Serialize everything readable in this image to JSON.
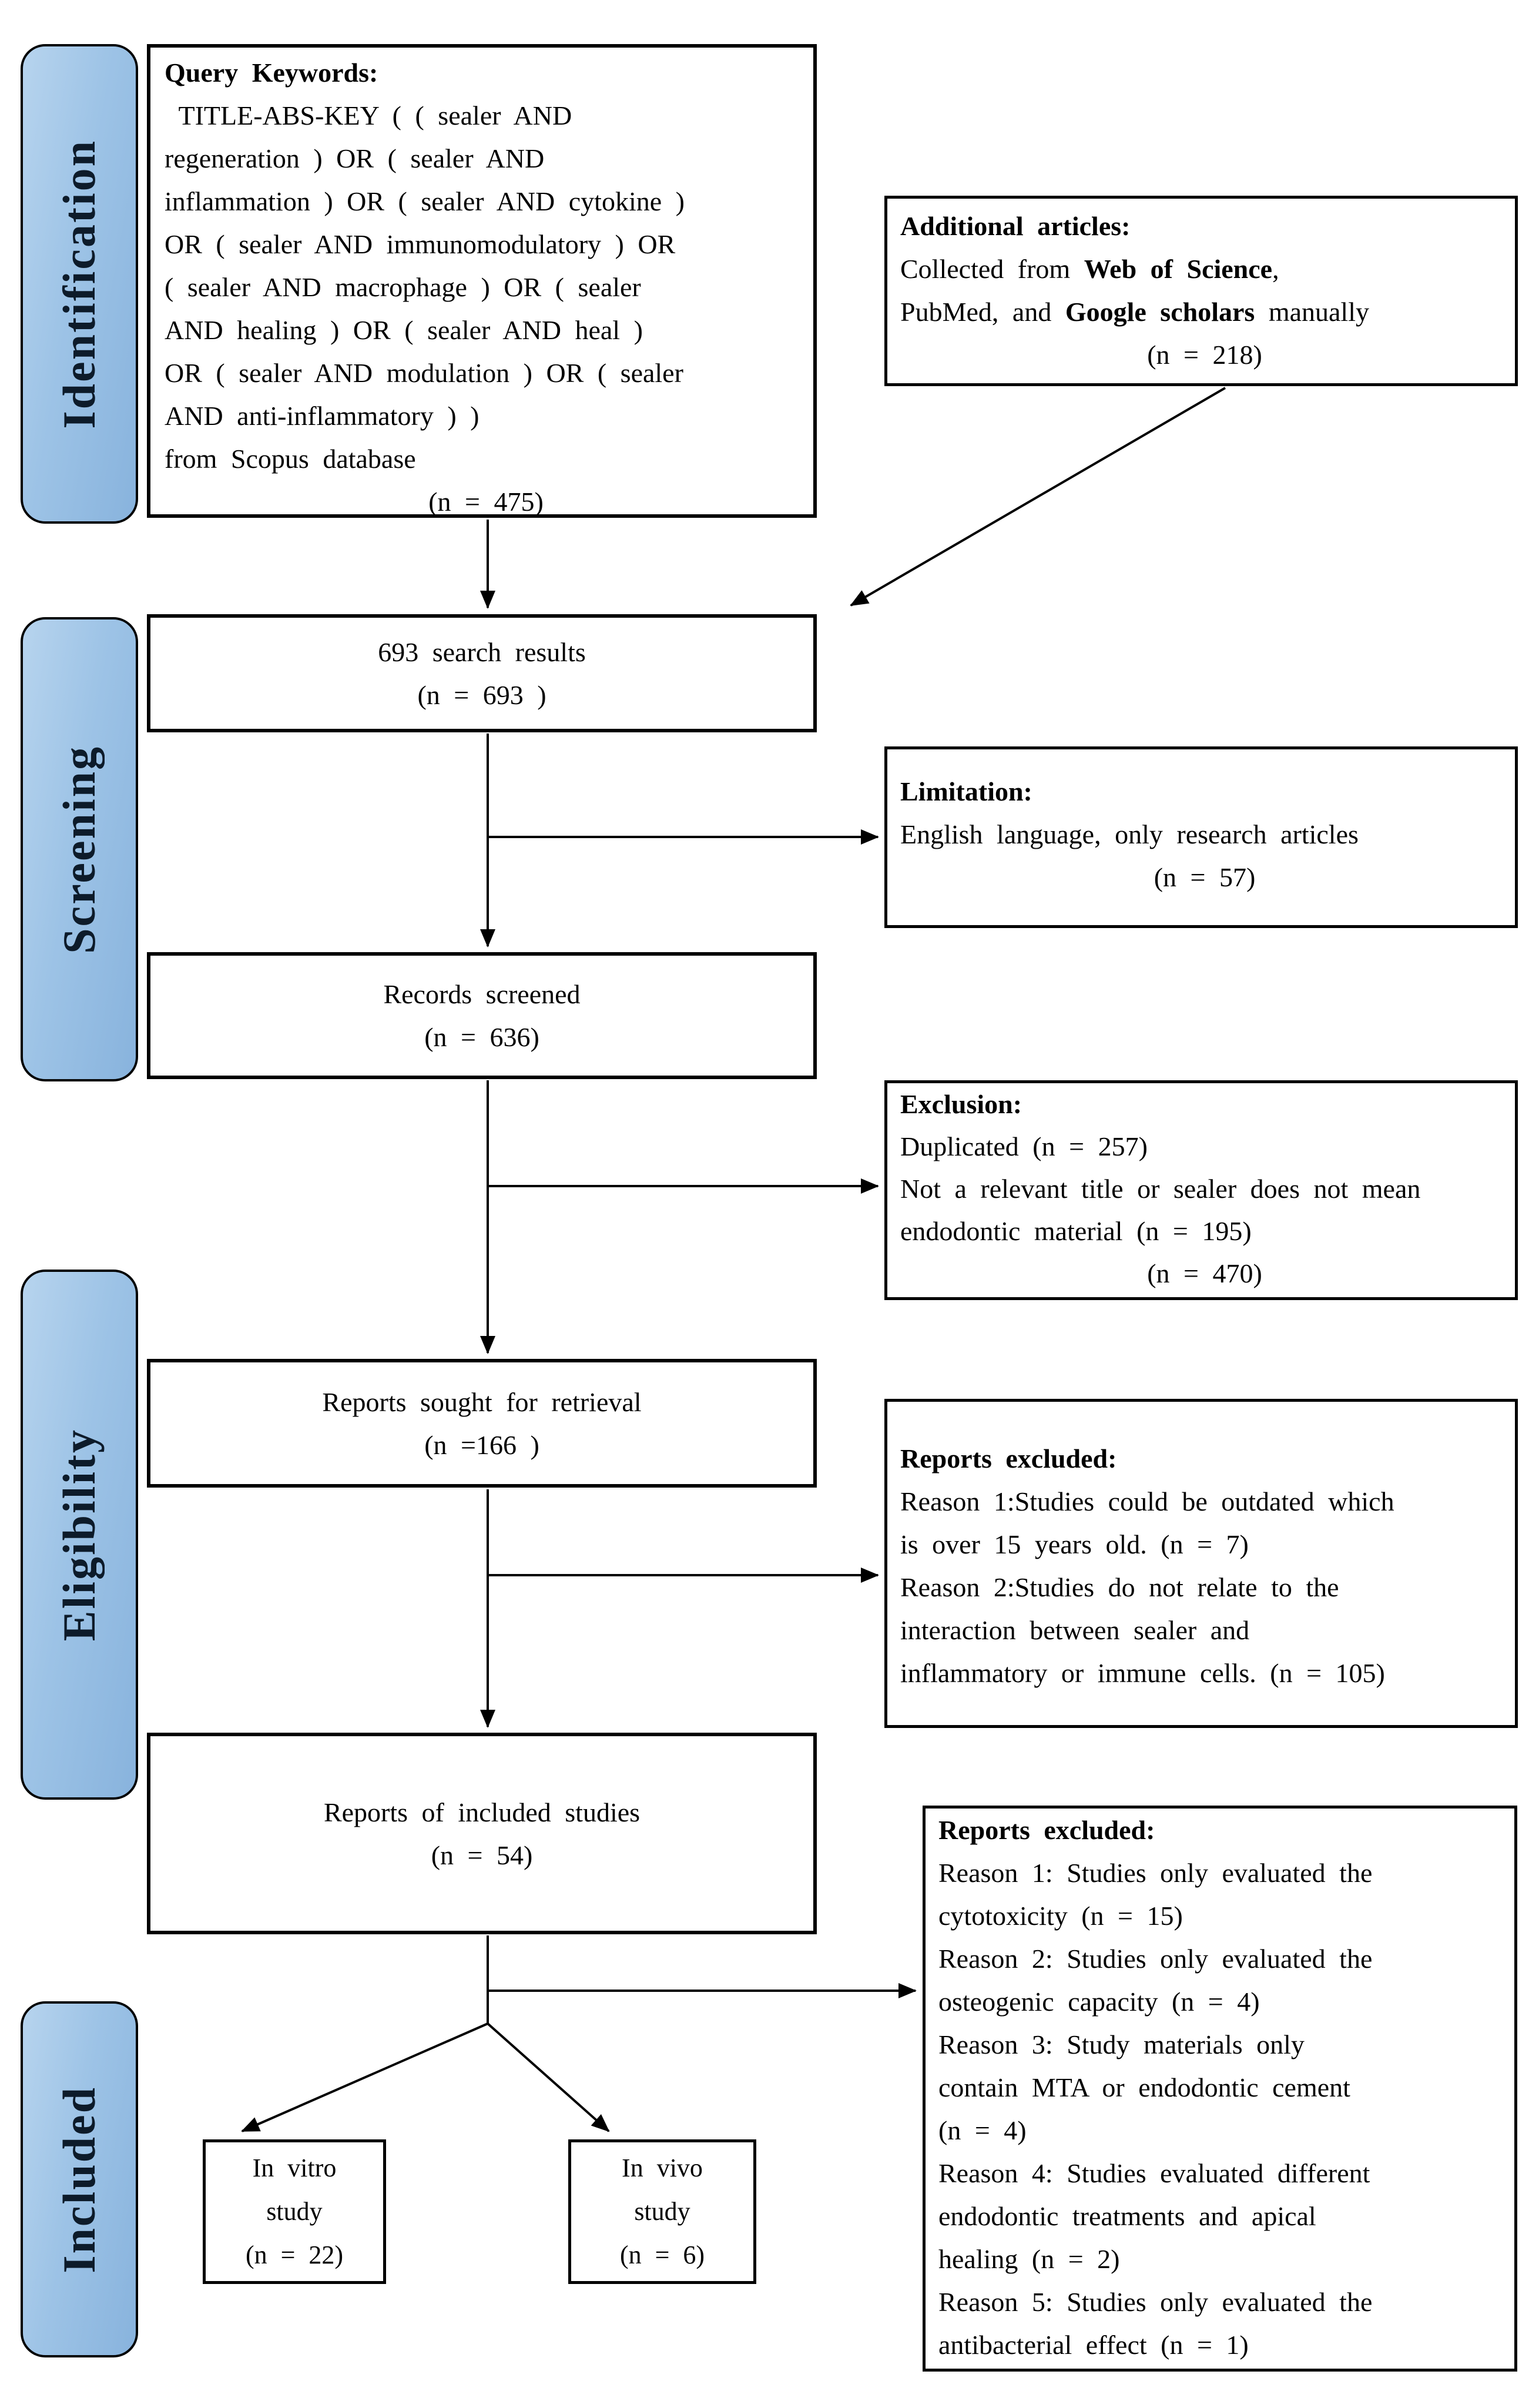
{
  "palette": {
    "border": "#000000",
    "background": "#ffffff",
    "stage_fill": "#9DC3E6",
    "stage_text": "#0d1b2a"
  },
  "stages": {
    "identification": "Identification",
    "screening": "Screening",
    "eligibility": "Eligibility",
    "included": "Included"
  },
  "query": {
    "title": "Query Keywords:",
    "l1": " TITLE-ABS-KEY ( ( sealer AND",
    "l2": "regeneration ) OR ( sealer AND",
    "l3": "inflammation ) OR ( sealer AND cytokine )",
    "l4": "OR ( sealer AND immunomodulatory ) OR",
    "l5": "( sealer AND macrophage ) OR ( sealer",
    "l6": "AND healing ) OR ( sealer AND heal )",
    "l7": "OR ( sealer AND modulation ) OR ( sealer",
    "l8": "AND anti-inflammatory ) )",
    "l9": "from Scopus database",
    "count": "(n = 475)"
  },
  "additional": {
    "title": "Additional articles:",
    "line2_pre": "Collected from ",
    "line2_bold": "Web of Science",
    "line2_post": ",",
    "line3_pre": "PubMed, and ",
    "line3_bold": "Google scholars",
    "line3_post": " manually",
    "count": "(n = 218)"
  },
  "results693": {
    "l1": "693 search results",
    "count": "(n = 693 )"
  },
  "limitation": {
    "title": "Limitation:",
    "l1": "English language, only research articles",
    "count": "(n = 57)"
  },
  "records": {
    "l1": "Records screened",
    "count": "(n = 636)"
  },
  "exclusion": {
    "title": "Exclusion:",
    "l1": "Duplicated (n = 257)",
    "l2": "Not a relevant title or sealer does not mean",
    "l3": "endodontic material (n = 195)",
    "count": "(n = 470)"
  },
  "sought": {
    "l1": "Reports sought for retrieval",
    "count": "(n =166 )"
  },
  "rexcluded1": {
    "title": "Reports excluded:",
    "l1": "Reason 1:Studies could be outdated which",
    "l2": "is over 15 years old. (n = 7)",
    "l3": "Reason 2:Studies do not relate to the",
    "l4": "interaction between sealer and",
    "l5": "inflammatory or immune cells. (n = 105)"
  },
  "includedbox": {
    "l1": "Reports of included studies",
    "count": "(n = 54)"
  },
  "rexcluded2": {
    "title": "Reports excluded:",
    "l1": "Reason 1: Studies only evaluated the",
    "l2": "cytotoxicity (n = 15)",
    "l3": "Reason 2: Studies only evaluated the",
    "l4": "osteogenic capacity (n = 4)",
    "l5": "Reason 3: Study materials only",
    "l6": "contain MTA or endodontic cement",
    "l7": "(n = 4)",
    "l8": "Reason 4: Studies evaluated different",
    "l9": "endodontic treatments and apical",
    "l10": "healing (n = 2)",
    "l11": "Reason 5: Studies only evaluated the",
    "l12": "antibacterial effect (n = 1)"
  },
  "invitro": {
    "l1": "In vitro",
    "l2": "study",
    "count": "(n = 22)"
  },
  "invivo": {
    "l1": "In vivo",
    "l2": "study",
    "count": "(n = 6)"
  }
}
